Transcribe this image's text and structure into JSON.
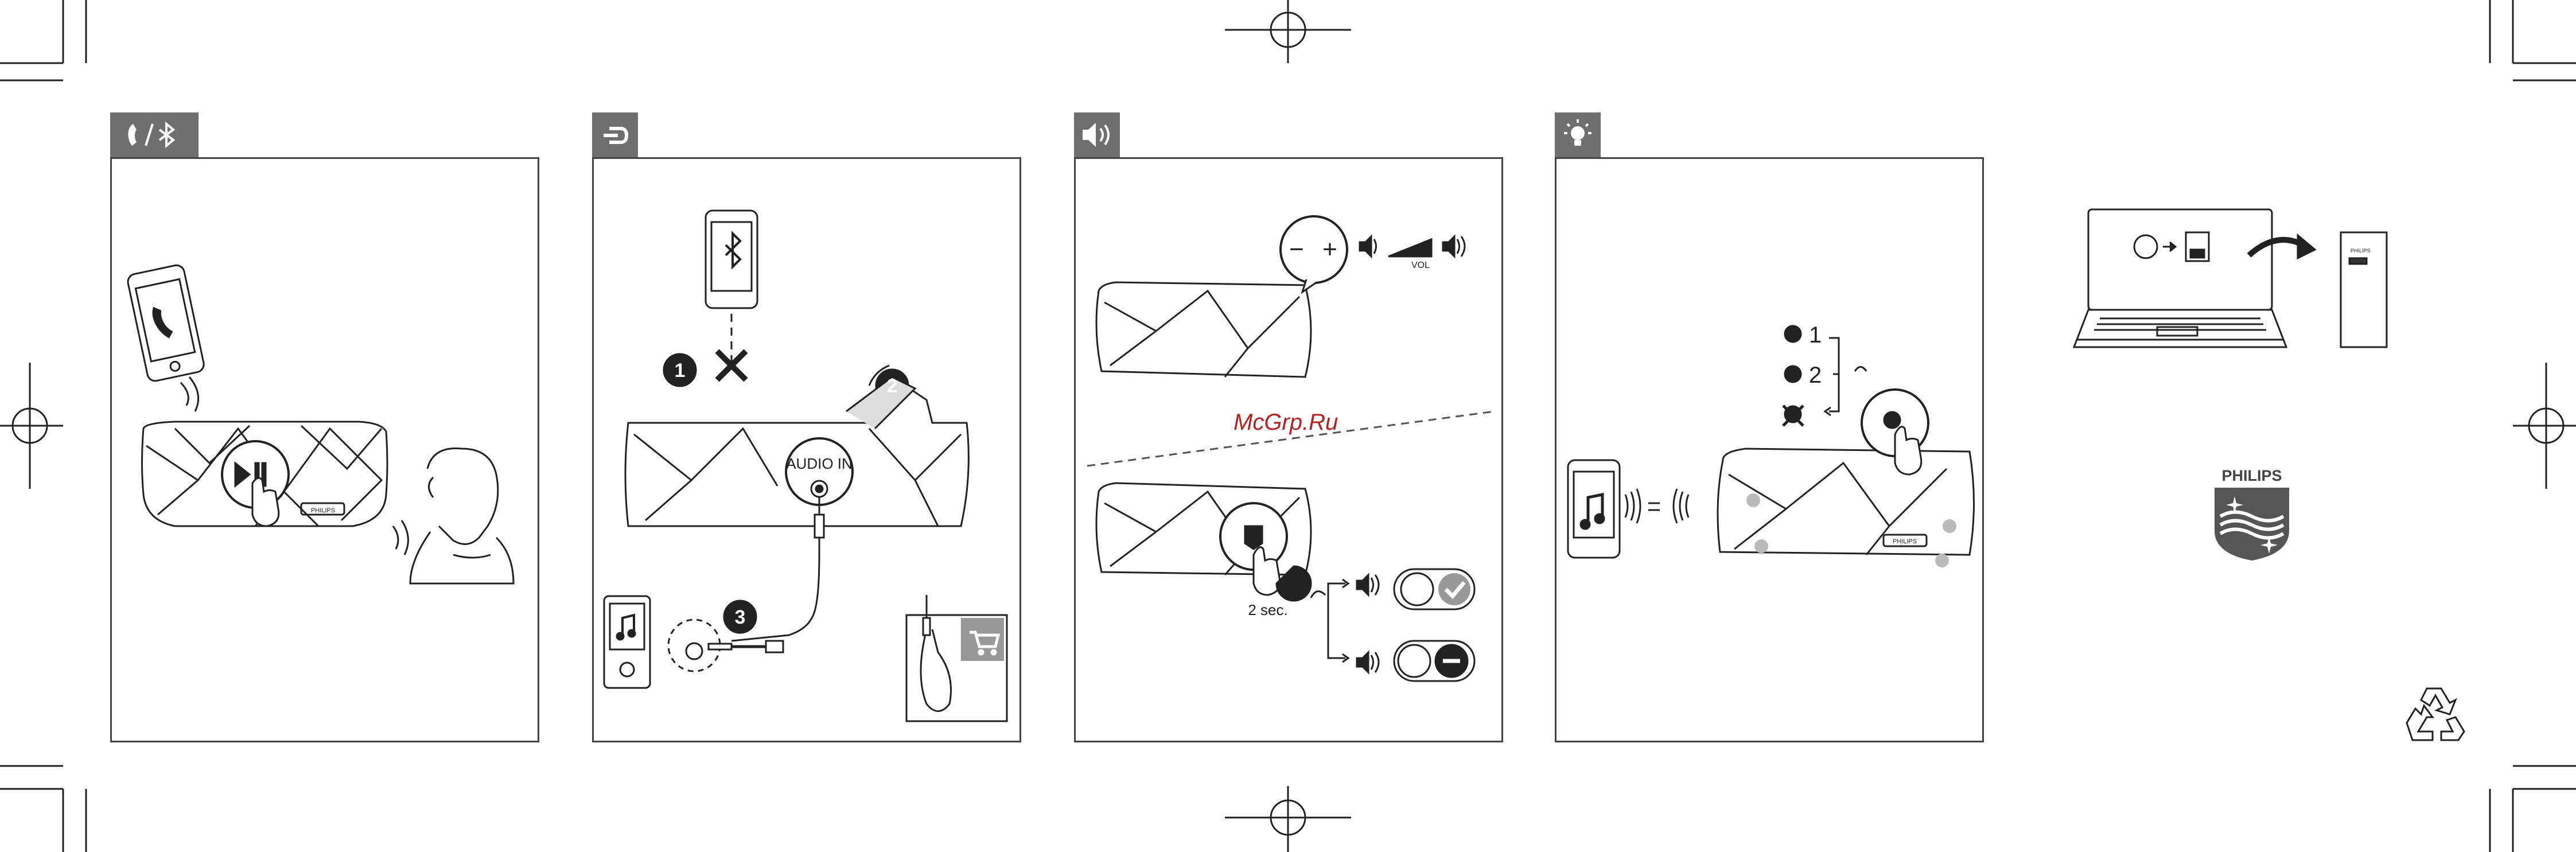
{
  "document": {
    "watermark": "McGrp.Ru",
    "panels": [
      {
        "id": "bluetooth-call",
        "tab_icon": "phone-bluetooth-icon"
      },
      {
        "id": "audio-in",
        "tab_icon": "cable-plug-icon",
        "labels": {
          "audio_in": "AUDIO IN",
          "step1": "1",
          "step2": "2",
          "step3": "3"
        }
      },
      {
        "id": "volume",
        "tab_icon": "speaker-volume-icon",
        "labels": {
          "vol": "VOL",
          "minus": "−",
          "plus": "+",
          "hold": "2 sec."
        }
      },
      {
        "id": "light",
        "tab_icon": "light-bulb-icon",
        "labels": {
          "mode1": "1",
          "mode2": "2"
        }
      }
    ],
    "speaker_brand": "PHILIPS",
    "logo_text": "PHILIPS",
    "manual_brand": "PHILIPS",
    "colors": {
      "tab": "#6f6f6f",
      "line": "#222222",
      "watermark": "#b22222"
    }
  }
}
